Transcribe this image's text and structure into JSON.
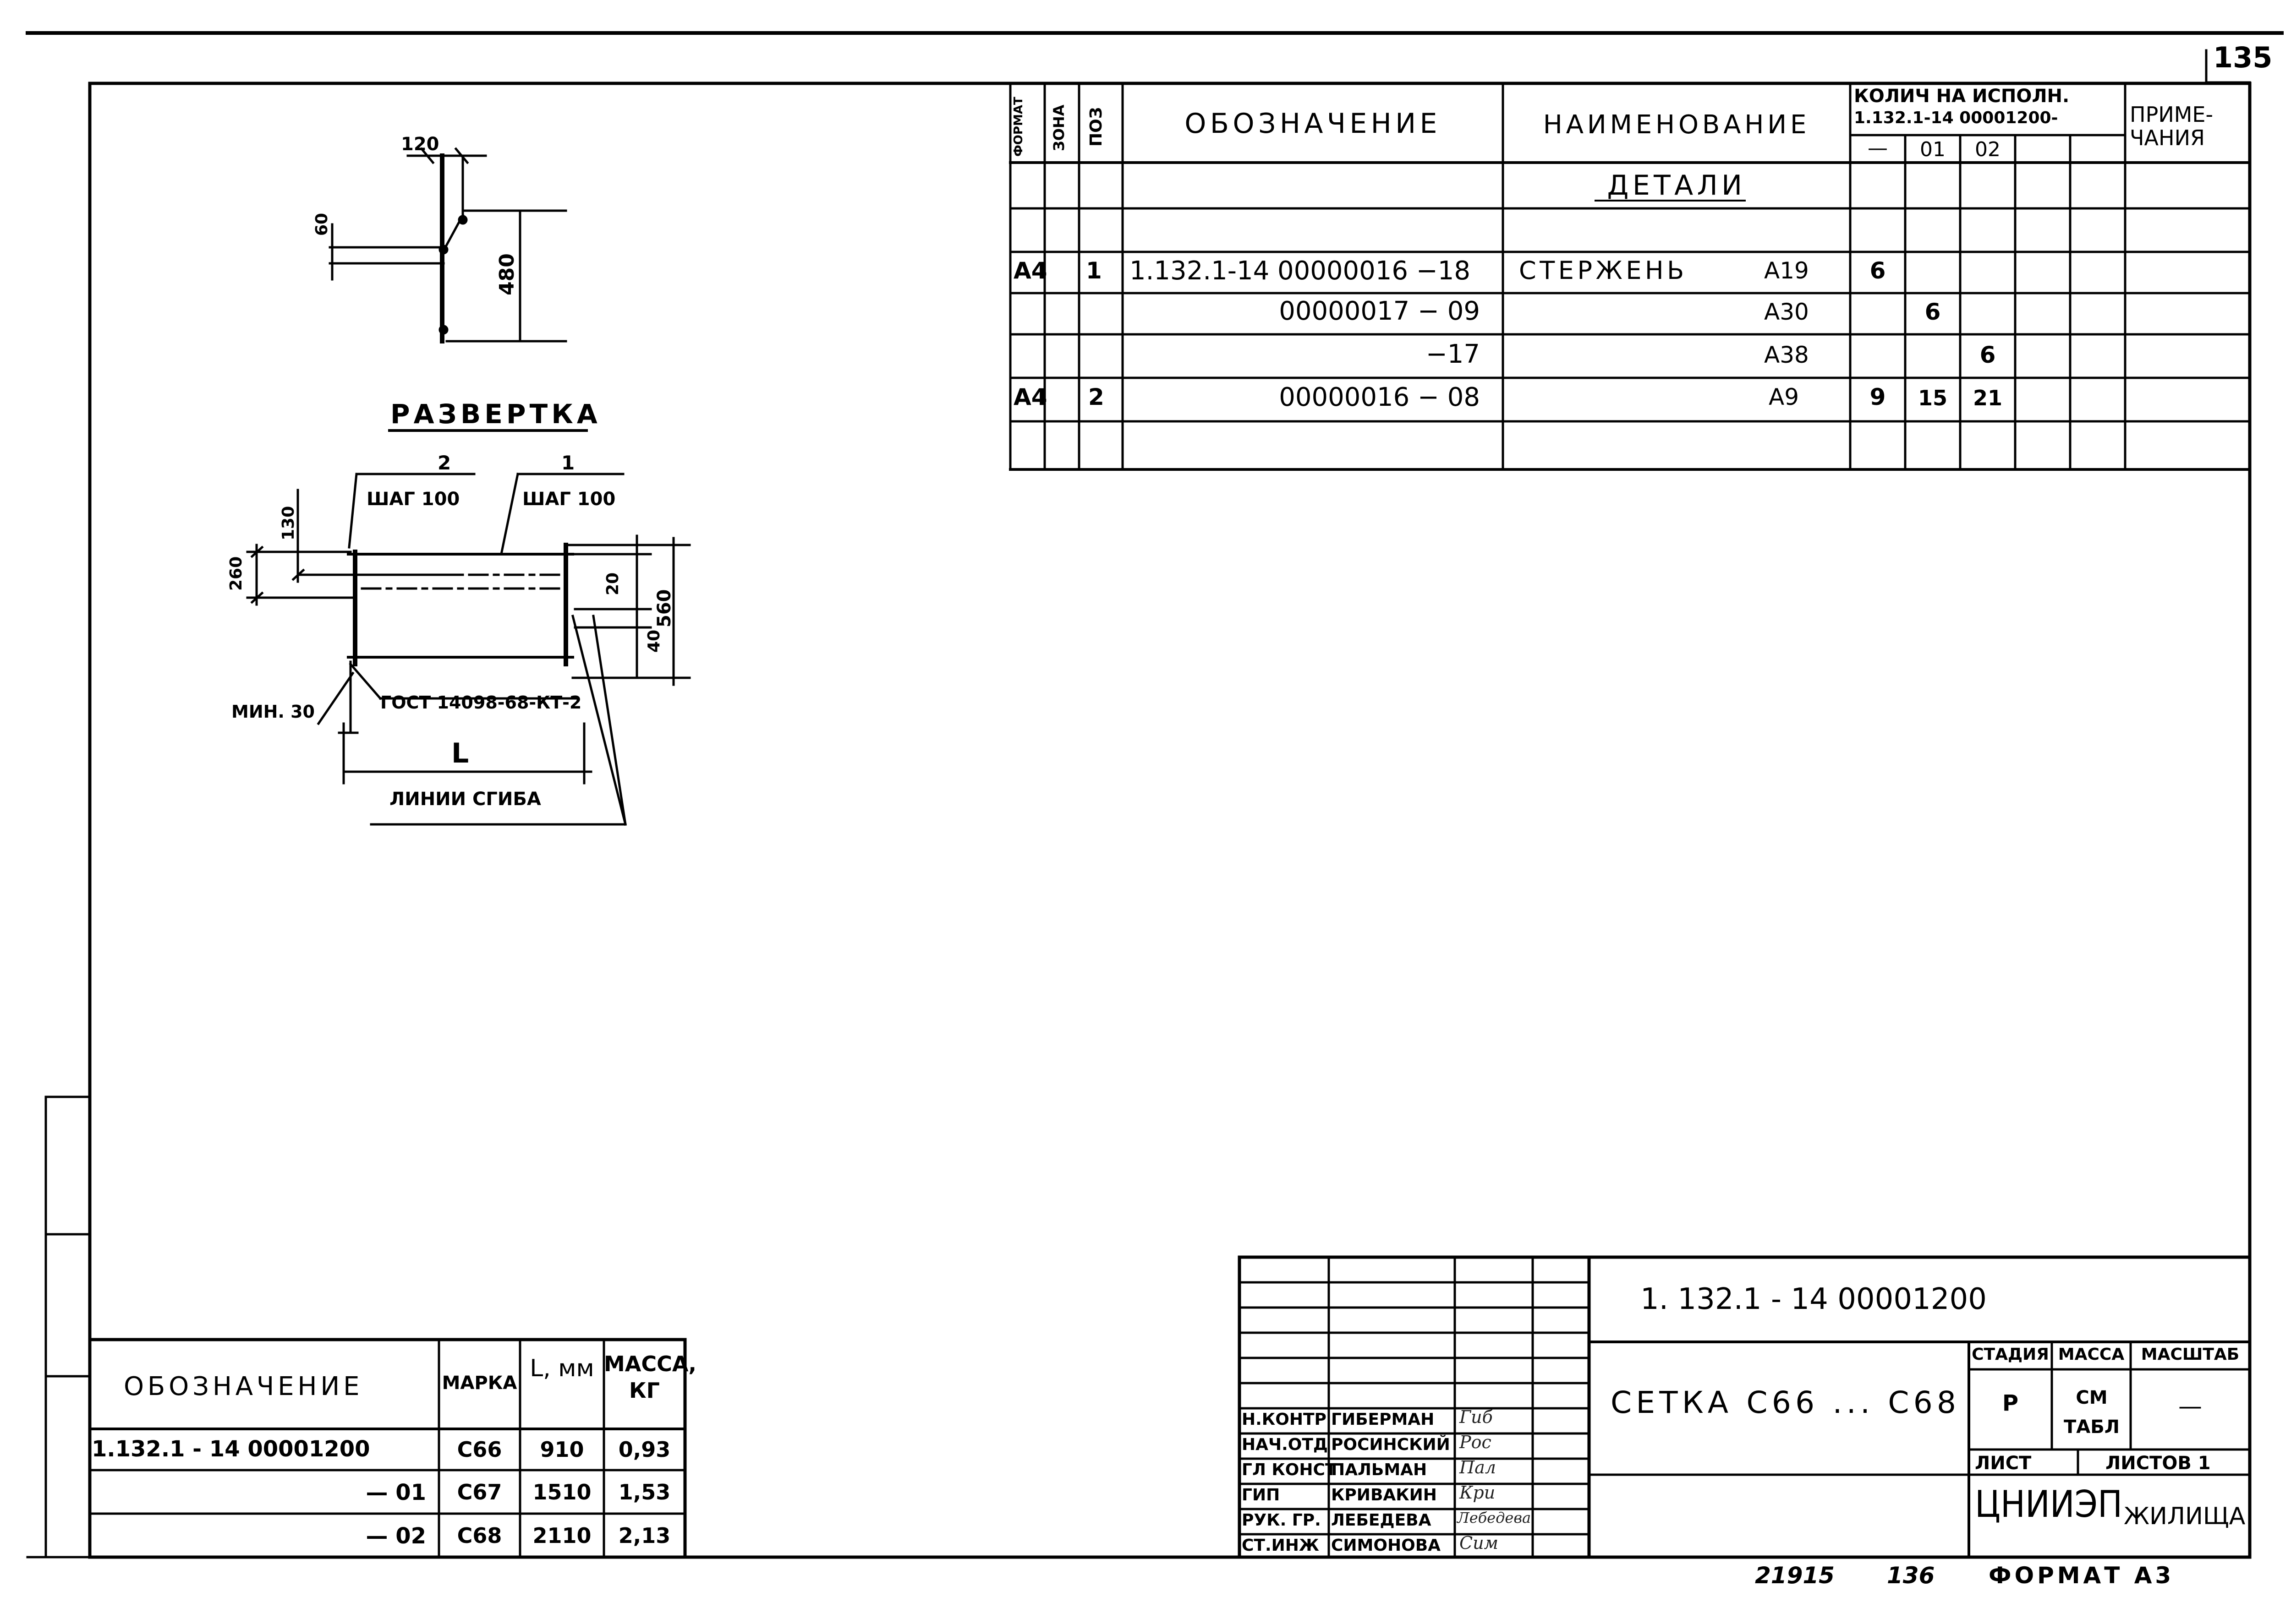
{
  "sheet": {
    "corner_page": "135",
    "bottom_inventory": "21915",
    "bottom_page": "136",
    "bottom_format": "ФОРМАТ А3"
  },
  "spec": {
    "headers": {
      "format": "ФОРМАТ",
      "zone": "ЗОНА",
      "pos": "ПОЗ",
      "designation": "ОБОЗНАЧЕНИЕ",
      "name": "НАИМЕНОВАНИЕ",
      "qty_title": "КОЛИЧ НА ИСПОЛН.",
      "qty_doc": "1.132.1-14 00001200-",
      "qty_cols": [
        "—",
        "01",
        "02"
      ],
      "notes": "ПРИМЕ-ЧАНИЯ"
    },
    "section_title": "ДЕТАЛИ",
    "rows": [
      {
        "format": "А4",
        "pos": "1",
        "designation": "1.132.1-14 00000016 −18",
        "name": "СТЕРЖЕНЬ",
        "mark": "А19",
        "q1": "6",
        "q2": "",
        "q3": ""
      },
      {
        "format": "",
        "pos": "",
        "designation": "00000017 − 09",
        "name": "",
        "mark": "А30",
        "q1": "",
        "q2": "6",
        "q3": ""
      },
      {
        "format": "",
        "pos": "",
        "designation": "−17",
        "name": "",
        "mark": "А38",
        "q1": "",
        "q2": "",
        "q3": "6"
      },
      {
        "format": "А4",
        "pos": "2",
        "designation": "00000016 − 08",
        "name": "",
        "mark": "А9",
        "q1": "9",
        "q2": "15",
        "q3": "21"
      }
    ]
  },
  "drawing": {
    "dim_120": "120",
    "dim_60": "60",
    "dim_480": "480",
    "development_title": "РАЗВЕРТКА",
    "callout_2": "2",
    "callout_1": "1",
    "step_2": "ШАГ 100",
    "step_1": "ШАГ 100",
    "dim_130": "130",
    "dim_260": "260",
    "dim_20": "20",
    "dim_40": "40",
    "dim_560": "560",
    "dim_min30": "МИН. 30",
    "gost_note": "ГОСТ 14098-68-КТ-2",
    "dim_L": "L",
    "bend_lines": "ЛИНИИ СГИБА"
  },
  "marks_table": {
    "headers": {
      "designation": "ОБОЗНАЧЕНИЕ",
      "mark": "МАРКА",
      "length": "L, мм",
      "mass": "МАССА, КГ"
    },
    "rows": [
      {
        "designation": "1.132.1 - 14  00001200",
        "mark": "С66",
        "length": "910",
        "mass": "0,93"
      },
      {
        "designation": "— 01",
        "mark": "С67",
        "length": "1510",
        "mass": "1,53"
      },
      {
        "designation": "— 02",
        "mark": "С68",
        "length": "2110",
        "mass": "2,13"
      }
    ]
  },
  "title_block": {
    "doc_code": "1. 132.1 - 14   00001200",
    "doc_title": "СЕТКА С66 ... С68",
    "stage_label": "СТАДИЯ",
    "mass_label": "МАССА",
    "scale_label": "МАСШТАБ",
    "stage_value": "Р",
    "mass_value": "СМ ТАБЛ",
    "scale_value": "—",
    "sheet_label": "ЛИСТ",
    "sheets_label": "ЛИСТОВ 1",
    "org_main": "ЦНИИЭП",
    "org_sub": "ЖИЛИЩА",
    "staff": [
      {
        "role": "Н.КОНТР",
        "name": "ГИБЕРМАН",
        "sign": "Гиб"
      },
      {
        "role": "НАЧ.ОТД",
        "name": "РОСИНСКИЙ",
        "sign": "Рос"
      },
      {
        "role": "ГЛ КОНСТ",
        "name": "ПАЛЬМАН",
        "sign": "Пал"
      },
      {
        "role": "ГИП",
        "name": "КРИВАКИН",
        "sign": "Кри"
      },
      {
        "role": "РУК. ГР.",
        "name": "ЛЕБЕДЕВА",
        "sign": "Лебедева"
      },
      {
        "role": "СТ.ИНЖ",
        "name": "СИМОНОВА",
        "sign": "Сим"
      }
    ]
  }
}
